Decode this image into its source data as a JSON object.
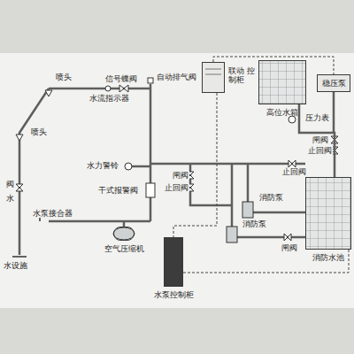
{
  "diagram": {
    "nodes": [
      {
        "text": [
          "联动 控制柜"
        ]
      },
      {
        "text": [
          "高位水箱"
        ]
      },
      {
        "text": [
          "稳压泵"
        ]
      },
      {
        "text": [
          "水泵控制柜"
        ]
      },
      {
        "text": [
          "消防水池"
        ]
      },
      {
        "text": [
          "空气压缩机"
        ]
      }
    ],
    "edges": [
      {
        "from": 0,
        "to": 2,
        "arrow": "none"
      },
      {
        "from": 0,
        "to": 3,
        "arrow": "none"
      },
      {
        "from": 3,
        "to": 4,
        "arrow": "none"
      },
      {
        "from": 1,
        "to": 4,
        "arrow": "none"
      }
    ],
    "labels": [
      "喷头",
      "喷头",
      "信号蝶阀",
      "水流指示器",
      "自动排气阀",
      "水力警铃",
      "干式报警阀",
      "水泵接合器",
      "闸阀",
      "止回阀",
      "止回阀",
      "压力表",
      "闸阀",
      "止回阀",
      "消防泵",
      "消防泵",
      "闸阀",
      "阀",
      "水",
      "水设施"
    ]
  }
}
